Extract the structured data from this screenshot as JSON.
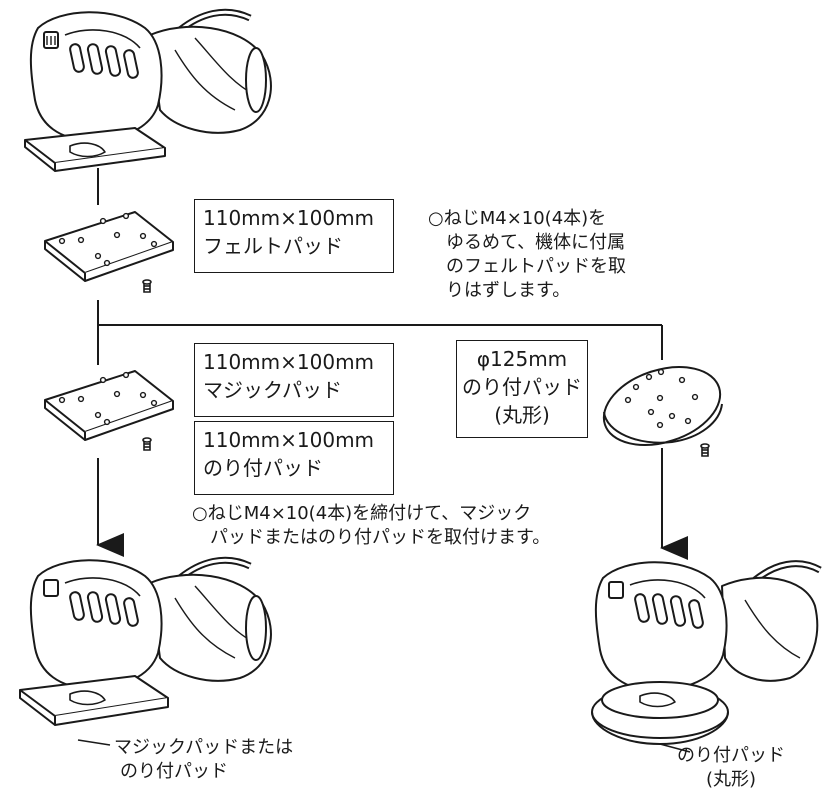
{
  "felt_pad_box": {
    "size": "110mm×100mm",
    "name": "フェルトパッド"
  },
  "remove_note": [
    "○ねじM4×10(4本)を",
    "ゆるめて、機体に付属",
    "のフェルトパッドを取",
    "りはずします。"
  ],
  "magic_pad_box": {
    "size": "110mm×100mm",
    "name": "マジックパッド"
  },
  "glue_pad_box": {
    "size": "110mm×100mm",
    "name": "のり付パッド"
  },
  "round_pad_box": {
    "size": "φ125mm",
    "name": "のり付パッド",
    "shape": "(丸形)"
  },
  "attach_note": [
    "○ねじM4×10(4本)を締付けて、マジック",
    "パッドまたはのり付パッドを取付けます。"
  ],
  "callout_square": [
    "マジックパッドまたは",
    "のり付パッド"
  ],
  "callout_round": [
    "のり付パッド",
    "(丸形)"
  ]
}
